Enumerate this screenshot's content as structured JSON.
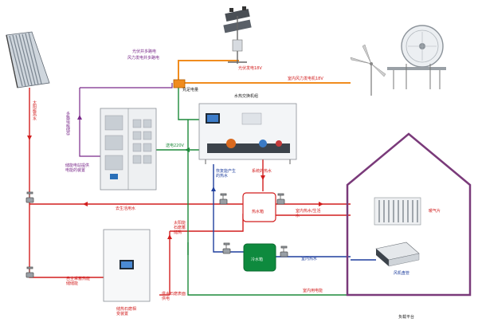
{
  "labels": {
    "pv_generation": "光伏发电18V",
    "pv_wind_multi_power": "光伏并多路电",
    "wind_multi_power": "风力发电并多路电",
    "indoor_wind_power": "室内风力发电机18V",
    "charging_power": "充足电量",
    "multi_power_storage": "多路电能储存",
    "storage_power_device": "储能电站提供电能的装置",
    "solar_hot_water": "太阳能热水",
    "water_hot_exchange": "水热交换机组",
    "charge_220v": "送电220V",
    "system_hot_water": "系统的热水",
    "recover_generated_water": "恢复能产生的热水",
    "heat_tank": "热水箱",
    "go_circulation_water": "去生活用水",
    "indoor_hot_water": "室内热水/生活水",
    "radiator": "暖气片",
    "stone_heat_storage": "太阳能石磨蓄储热",
    "cold_tank": "冷水箱",
    "indoor_heat_water": "室内热水",
    "fan_coil": "风机盘管",
    "self_heat_storage": "自主采蓄热能储储能",
    "heat_storage_device": "储热石磨相变装置",
    "load_supply_stone": "供水石磨表面供电",
    "indoor_electricity": "室内用电能",
    "load_platform": "负载平台"
  },
  "colors": {
    "red": "#d21e1e",
    "green": "#1d8a3a",
    "purple": "#7a2a8a",
    "blue": "#1f3f9e",
    "orange": "#f08c1e",
    "house": "#7a3a7a"
  }
}
